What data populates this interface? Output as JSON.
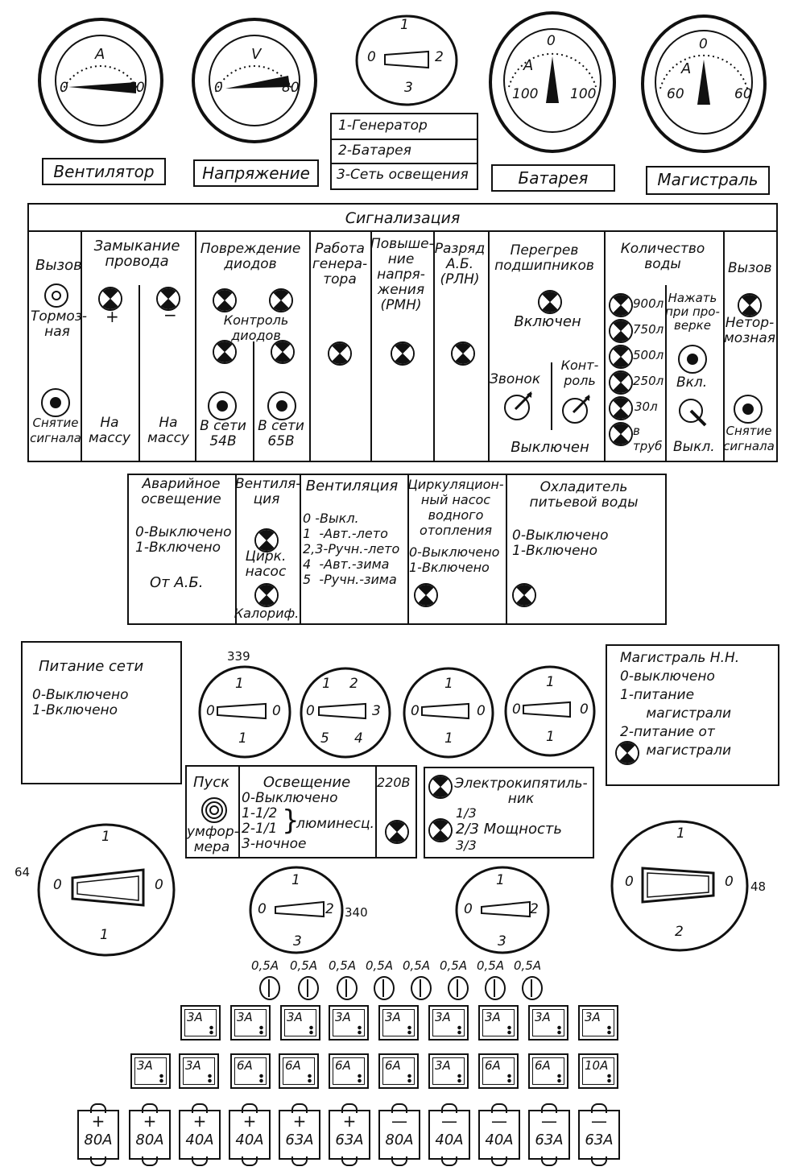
{
  "gauges": {
    "fan": {
      "unit": "A",
      "min": "0",
      "max": "60",
      "label": "Вентилятор"
    },
    "voltage": {
      "unit": "V",
      "min": "0",
      "max": "80",
      "label": "Напряжение"
    },
    "battery": {
      "unit": "A",
      "zero": "0",
      "left": "100",
      "right": "100",
      "label": "Батарея"
    },
    "mains": {
      "unit": "A",
      "zero": "0",
      "left": "60",
      "right": "60",
      "label": "Магистраль"
    }
  },
  "top_selector": {
    "n1": "1",
    "n0": "0",
    "n2": "2",
    "n3": "3",
    "legend": [
      "1-Генератор",
      "2-Батарея",
      "3-Сеть освещения"
    ]
  },
  "signal": {
    "title": "Сигнализация",
    "call_left": "Вызов",
    "brake": "Тормоз-\nная",
    "reset_left": "Снятие\nсигнала",
    "short_title": "Замыкание\nпровода",
    "plus": "+",
    "minus": "−",
    "ground1": "На\nмассу",
    "ground2": "На\nмассу",
    "diode_title": "Повреждение\nдиодов",
    "diode_ctrl": "Контроль\nдиодов",
    "net54": "В сети\n54В",
    "net65": "В сети\n65В",
    "gen_title": "Работа\nгенера-\nтора",
    "overv_title": "Повыше-\nние\nнапря-\nжения\n(РМН)",
    "disch_title": "Разряд\nА.Б.\n(РЛН)",
    "bearing_title": "Перегрев\nподшипников",
    "on": "Включен",
    "bell": "Звонок",
    "control": "Конт-\nроль",
    "off": "Выключен",
    "water_title": "Количество\nводы",
    "w900": "900л",
    "w750": "750л",
    "w500": "500л",
    "w250": "250л",
    "w30": "30л",
    "wpipe": "в\nтруб",
    "press": "Нажать\nпри про-\nверке",
    "sw_on": "Вкл.",
    "sw_off": "Выкл.",
    "call_right": "Вызов",
    "nonbrake": "Нетор-\nмозная",
    "reset_right": "Снятие\nсигнала"
  },
  "mid_panel": {
    "emerg_title": "Аварийное\nосвещение",
    "emerg_states": "0-Выключено\n1-Включено",
    "from_ab": "От А.Б.",
    "vent_title": "Вентиля-\nция",
    "circ_pump": "Цирк.\nнасос",
    "heater": "Калориф.",
    "vent2_title": "Вентиляция",
    "vent2_modes": "0 -Выкл.\n1  -Авт.-лето\n2,3-Ручн.-лето\n4  -Авт.-зима\n5  -Ручн.-зима",
    "pump_title": "Циркуляцион-\nный насос\nводного\nотопления",
    "pump_states": "0-Выключено\n1-Включено",
    "cooler_title": "Охладитель\nпитьевой воды",
    "cooler_states": "0-Выключено\n1-Включено"
  },
  "net_supply": {
    "title": "Питание сети",
    "states": "0-Выключено\n1-Включено"
  },
  "mains_hv": {
    "text": "Магистраль Н.Н.\n0-выключено\n1-питание\n      магистрали\n2-питание от\n      магистрали"
  },
  "switches_row": {
    "s339": {
      "tag": "339",
      "top": "1",
      "left": "0",
      "right": "0",
      "bottom": "1"
    },
    "s5": {
      "t1": "1",
      "t2": "2",
      "left": "0",
      "right": "3",
      "b5": "5",
      "b4": "4"
    },
    "s3": {
      "top": "1",
      "left": "0",
      "right": "0",
      "bottom": "1"
    },
    "s4": {
      "top": "1",
      "left": "0",
      "right": "0",
      "bottom": "1"
    }
  },
  "lighting": {
    "start": "Пуск",
    "umformer": "умфор-\nмера",
    "title": "Освещение",
    "modes": "0-Выключено\n1-1/2\n2-1/1\n3-ночное",
    "lum": "люминесц.",
    "v220": "220В"
  },
  "boiler": {
    "title": "Электрокипятиль-\nник",
    "p13": "1/3",
    "p23": "2/3 Мощность",
    "p33": "3/3"
  },
  "big_switches": {
    "s64": {
      "tag": "64",
      "top": "1",
      "left": "0",
      "right": "0",
      "bottom": "1"
    },
    "s340": {
      "tag": "340",
      "top": "1",
      "left": "0",
      "right": "2",
      "bottom": "3"
    },
    "sx": {
      "top": "1",
      "left": "0",
      "right": "2",
      "bottom": "3"
    },
    "s48": {
      "tag": "48",
      "top": "1",
      "left": "0",
      "right": "0",
      "bottom": "2"
    }
  },
  "small_fuses": [
    "0,5А",
    "0,5А",
    "0,5А",
    "0,5А",
    "0,5А",
    "0,5А",
    "0,5А",
    "0,5А"
  ],
  "fuse_row1": [
    "3А",
    "3А",
    "3А",
    "3А",
    "3А",
    "3А",
    "3А",
    "3А",
    "3А"
  ],
  "fuse_row2": [
    "3А",
    "3А",
    "6А",
    "6А",
    "6А",
    "6А",
    "3А",
    "6А",
    "6А",
    "10А"
  ],
  "fuse_row3": [
    {
      "sign": "+",
      "rating": "80А"
    },
    {
      "sign": "+",
      "rating": "80А"
    },
    {
      "sign": "+",
      "rating": "40А"
    },
    {
      "sign": "+",
      "rating": "40А"
    },
    {
      "sign": "+",
      "rating": "63А"
    },
    {
      "sign": "+",
      "rating": "63А"
    },
    {
      "sign": "—",
      "rating": "80А"
    },
    {
      "sign": "—",
      "rating": "40А"
    },
    {
      "sign": "—",
      "rating": "40А"
    },
    {
      "sign": "—",
      "rating": "63А"
    },
    {
      "sign": "—",
      "rating": "63А"
    }
  ]
}
